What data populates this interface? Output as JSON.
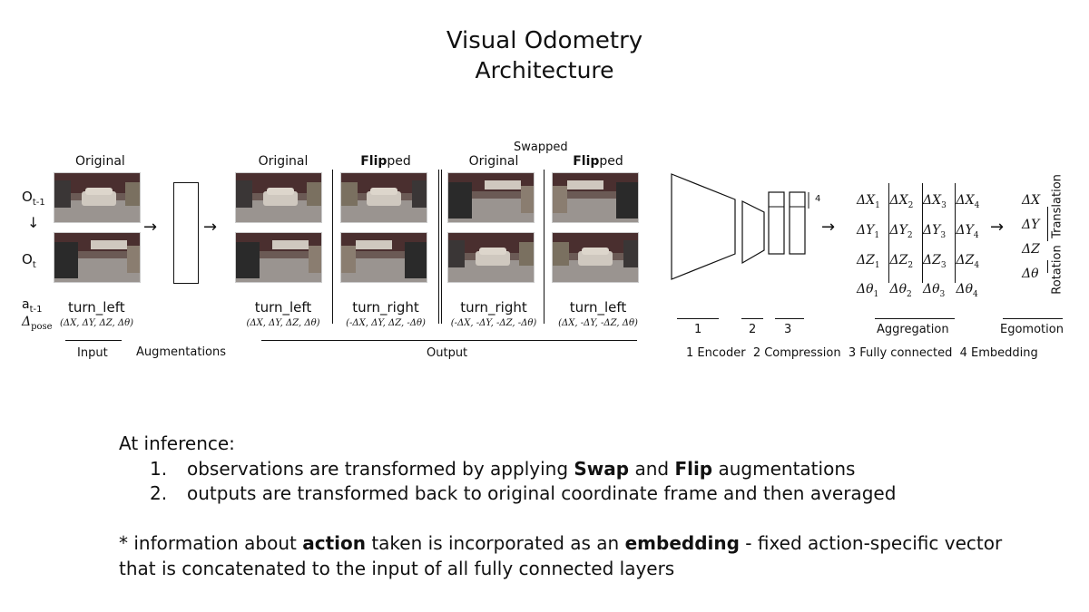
{
  "title": "Visual Odometry",
  "subtitle": "Architecture",
  "input": {
    "o_prev": "O",
    "o_prev_sub": "t-1",
    "o_cur": "O",
    "o_cur_sub": "t",
    "a_label": "a",
    "a_sub": "t-1",
    "d_label": "Δ",
    "d_sub": "pose",
    "col_label": "Original",
    "action": "turn_left",
    "pose": "(ΔX, ΔY, ΔZ, Δθ)",
    "section": "Input"
  },
  "augment_label": "Augmentations",
  "swapped_label": "Swapped",
  "outputs": [
    {
      "label_pre": "",
      "label_bold": "",
      "label_plain": "Original",
      "action": "turn_left",
      "pose": "(ΔX, ΔY, ΔZ, Δθ)"
    },
    {
      "label_pre": "",
      "label_bold": "Flip",
      "label_plain": "ped",
      "action": "turn_right",
      "pose": "(-ΔX, ΔY, ΔZ, -Δθ)"
    },
    {
      "label_pre": "",
      "label_bold": "",
      "label_plain": "Original",
      "action": "turn_right",
      "pose": "(-ΔX, -ΔY, -ΔZ, -Δθ)"
    },
    {
      "label_pre": "",
      "label_bold": "Flip",
      "label_plain": "ped",
      "action": "turn_left",
      "pose": "(ΔX, -ΔY, -ΔZ, Δθ)"
    }
  ],
  "output_section": "Output",
  "network": {
    "num1": "1",
    "num2": "2",
    "num3": "3",
    "num4": "4",
    "legend": "1 Encoder  2 Compression  3 Fully connected  4 Embedding"
  },
  "aggregation": {
    "rows": [
      [
        "ΔX",
        "ΔY",
        "ΔZ",
        "Δθ"
      ]
    ],
    "subs": [
      "1",
      "2",
      "3",
      "4"
    ],
    "label": "Aggregation"
  },
  "egomotion": {
    "values": [
      "ΔX",
      "ΔY",
      "ΔZ",
      "Δθ"
    ],
    "translation": "Translation",
    "rotation": "Rotation",
    "label": "Egomotion"
  },
  "notes": {
    "heading": "At inference:",
    "items": [
      {
        "num": "1.",
        "pre": "observations are transformed by applying ",
        "b1": "Swap",
        "mid": " and ",
        "b2": "Flip",
        "post": " augmentations"
      },
      {
        "num": "2.",
        "text": "outputs are transformed back to original coordinate frame and then averaged"
      }
    ],
    "footnote_pre": "* information about ",
    "footnote_b1": "action",
    "footnote_mid": " taken is incorporated as an ",
    "footnote_b2": "embedding",
    "footnote_post": " -  fixed action-specific vector",
    "footnote_line2": "that is concatenated to the input of all fully connected layers"
  }
}
